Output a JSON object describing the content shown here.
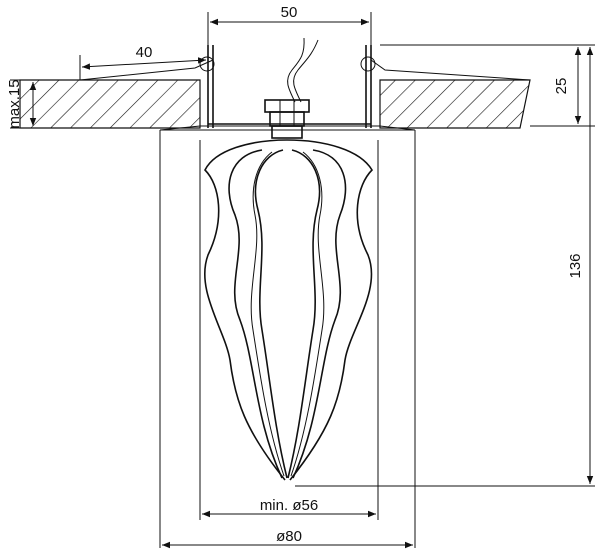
{
  "dimensions": {
    "top_width": "50",
    "spring_span": "40",
    "max_ceiling": "max.15",
    "ceiling_thickness": "25",
    "height": "136",
    "min_diameter": "min. ø56",
    "outer_diameter": "ø80"
  }
}
